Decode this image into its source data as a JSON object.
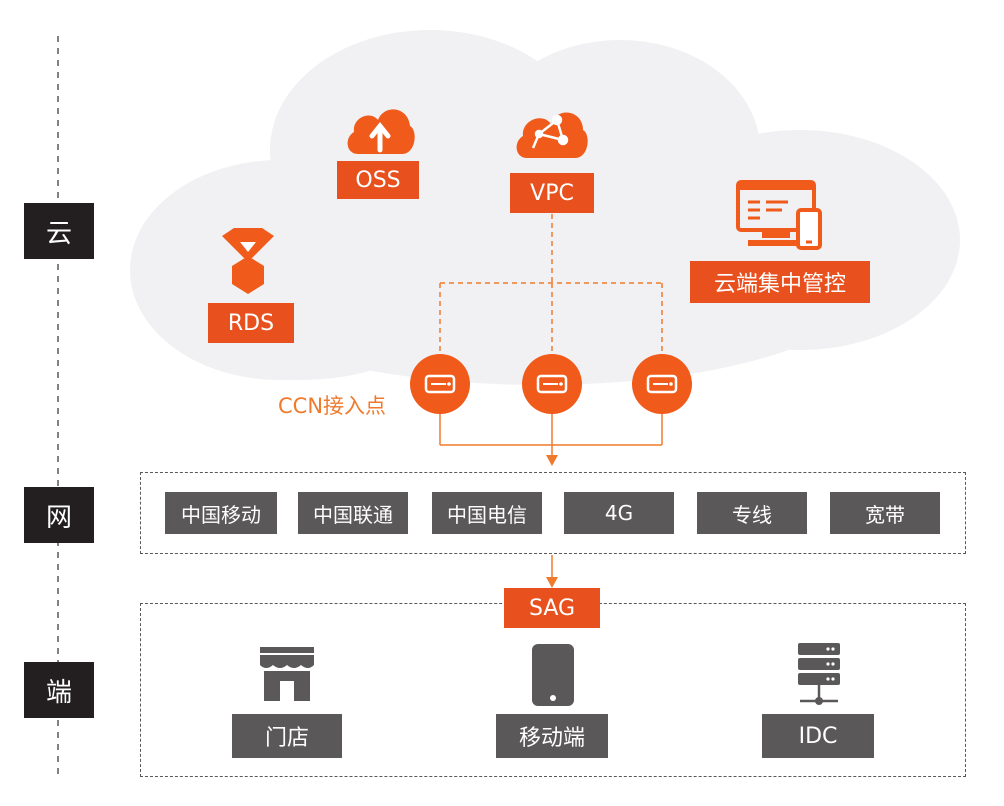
{
  "layers": {
    "cloud": "云",
    "network": "网",
    "edge": "端"
  },
  "cloud_services": {
    "oss": "OSS",
    "vpc": "VPC",
    "rds": "RDS",
    "management": "云端集中管控"
  },
  "ccn_label": "CCN接入点",
  "networks": [
    "中国移动",
    "中国联通",
    "中国电信",
    "4G",
    "专线",
    "宽带"
  ],
  "sag": "SAG",
  "endpoints": {
    "store": "门店",
    "mobile": "移动端",
    "idc": "IDC"
  },
  "colors": {
    "accent": "#e8501e",
    "gray": "#5a5859",
    "label_bg": "#231f20",
    "cloud_fill": "#f1f0f2"
  }
}
